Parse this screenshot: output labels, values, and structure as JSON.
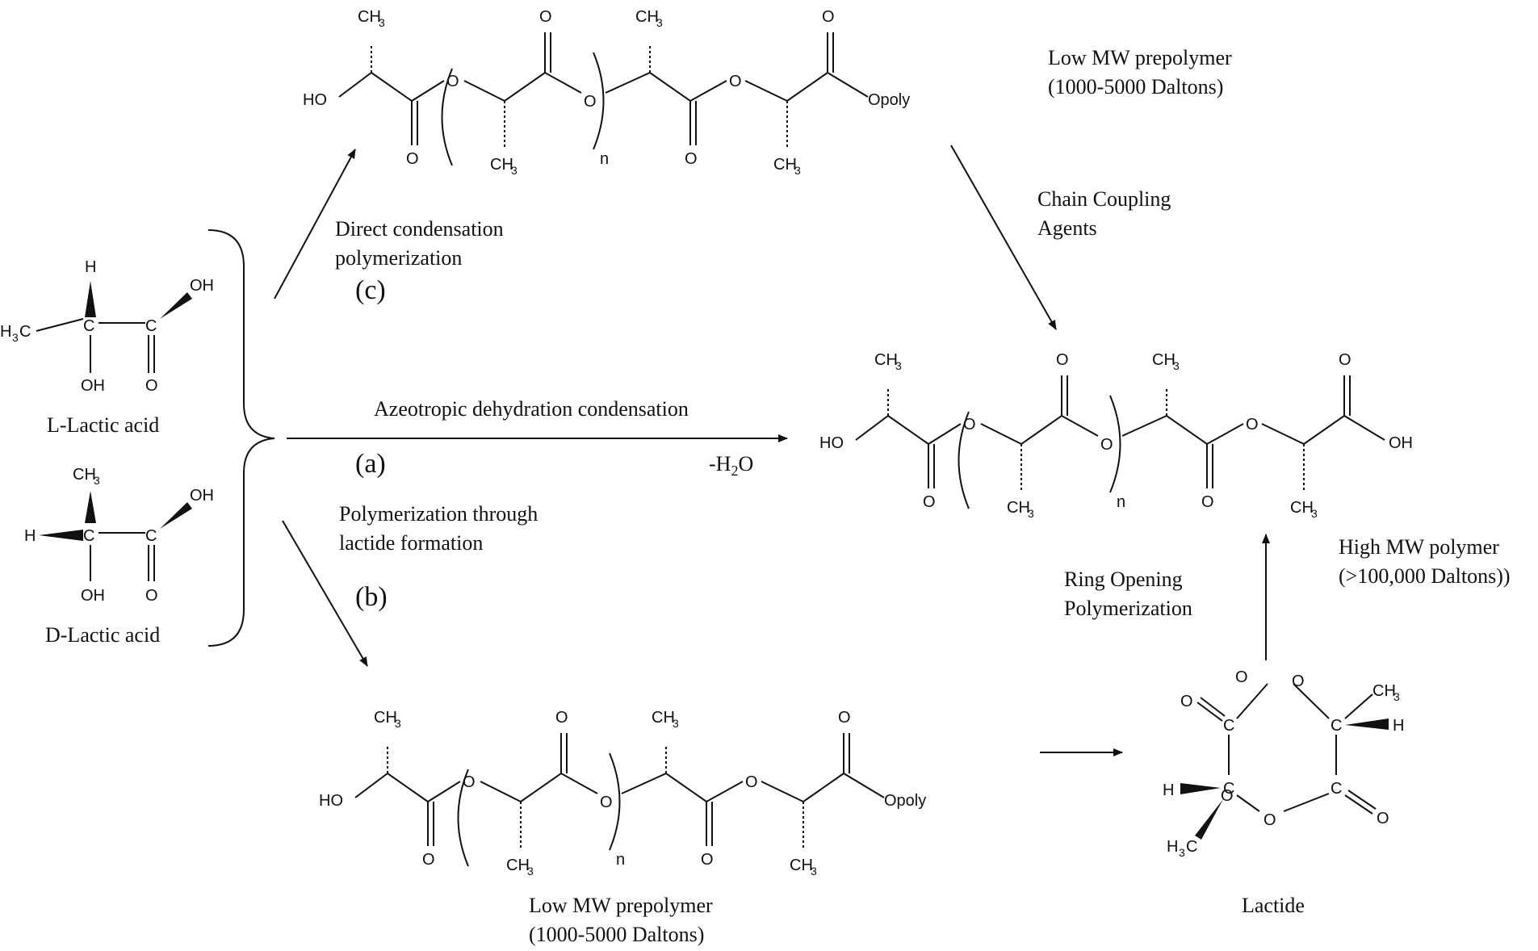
{
  "labels": {
    "top_prepolymer": [
      "Low MW prepolymer",
      "(1000-5000 Daltons)"
    ],
    "chain_coupling": [
      "Chain Coupling",
      "Agents"
    ],
    "direct_condensation": [
      "Direct condensation",
      "polymerization"
    ],
    "route_c": "(c)",
    "l_lactic": "L-Lactic acid",
    "d_lactic": "D-Lactic acid",
    "azeotropic": "Azeotropic dehydration condensation",
    "route_a": "(a)",
    "minus_water": "-H",
    "minus_water_sub": "2",
    "minus_water_tail": "O",
    "lactide_formation": [
      "Polymerization through",
      "lactide formation"
    ],
    "route_b": "(b)",
    "high_mw": [
      "High MW polymer",
      "(>100,000 Daltons))"
    ],
    "ring_opening": [
      "Ring Opening",
      "Polymerization"
    ],
    "bottom_prepolymer": [
      "Low MW prepolymer",
      "(1000-5000 Daltons)"
    ],
    "lactide": "Lactide"
  },
  "atoms": {
    "ch": "CH",
    "three": "3",
    "o": "O",
    "ho": "HO",
    "oh": "OH",
    "h": "H",
    "c": "C",
    "n": "n",
    "opoly": "Opoly",
    "h3": "H",
    "h3c": "C"
  }
}
